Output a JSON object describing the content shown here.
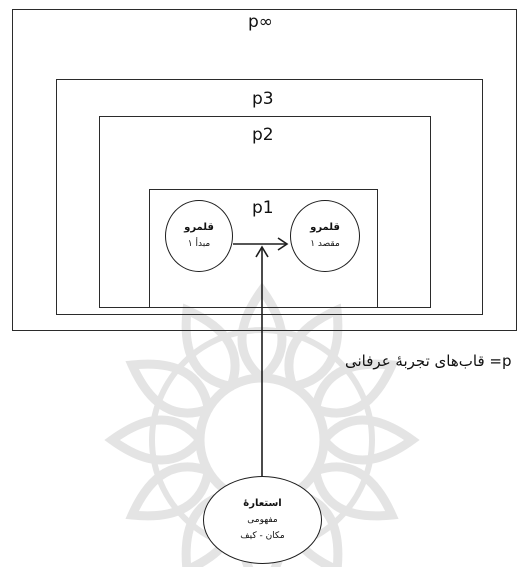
{
  "frames": {
    "p_inf": "p∞",
    "p3": "p3",
    "p2": "p2",
    "p1": "p1"
  },
  "source_domain": {
    "title": "قلمرو",
    "subtitle": "مبدأ ۱"
  },
  "target_domain": {
    "title": "قلمرو",
    "subtitle": "مقصد ۱"
  },
  "metaphor": {
    "line1": "استعارۀ",
    "line2": "مفهومی",
    "line3": "مکان - کیف"
  },
  "legend": {
    "text": "p= قاب‌های تجربۀ عرفانی"
  },
  "colors": {
    "line": "#1e1e1e",
    "watermark": "#e7e7e7"
  }
}
